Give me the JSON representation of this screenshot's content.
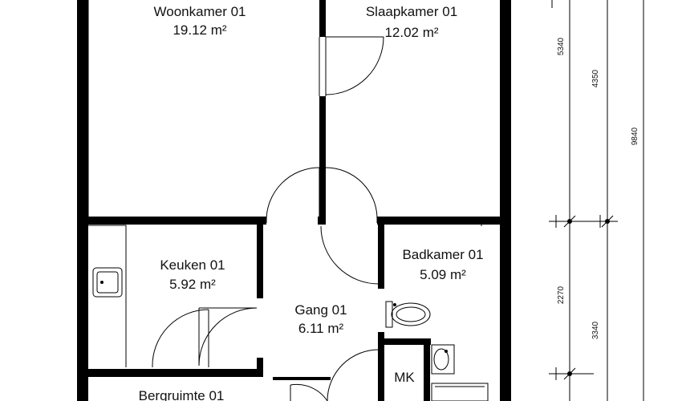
{
  "rooms": {
    "woonkamer": {
      "name": "Woonkamer 01",
      "area": "19.12 m²"
    },
    "slaapkamer": {
      "name": "Slaapkamer 01",
      "area": "12.02 m²"
    },
    "keuken": {
      "name": "Keuken 01",
      "area": "5.92 m²"
    },
    "badkamer": {
      "name": "Badkamer 01",
      "area": "5.09 m²"
    },
    "gang": {
      "name": "Gang 01",
      "area": "6.11 m²"
    },
    "mk": {
      "name": "MK"
    },
    "bergruimte": {
      "name": "Bergruimte 01"
    }
  },
  "dimensions": {
    "d5340": "5340",
    "d4350": "4350",
    "d9840": "9840",
    "d2270": "2270",
    "d3340": "3340"
  },
  "colors": {
    "wall": "#000000",
    "background": "#ffffff"
  }
}
